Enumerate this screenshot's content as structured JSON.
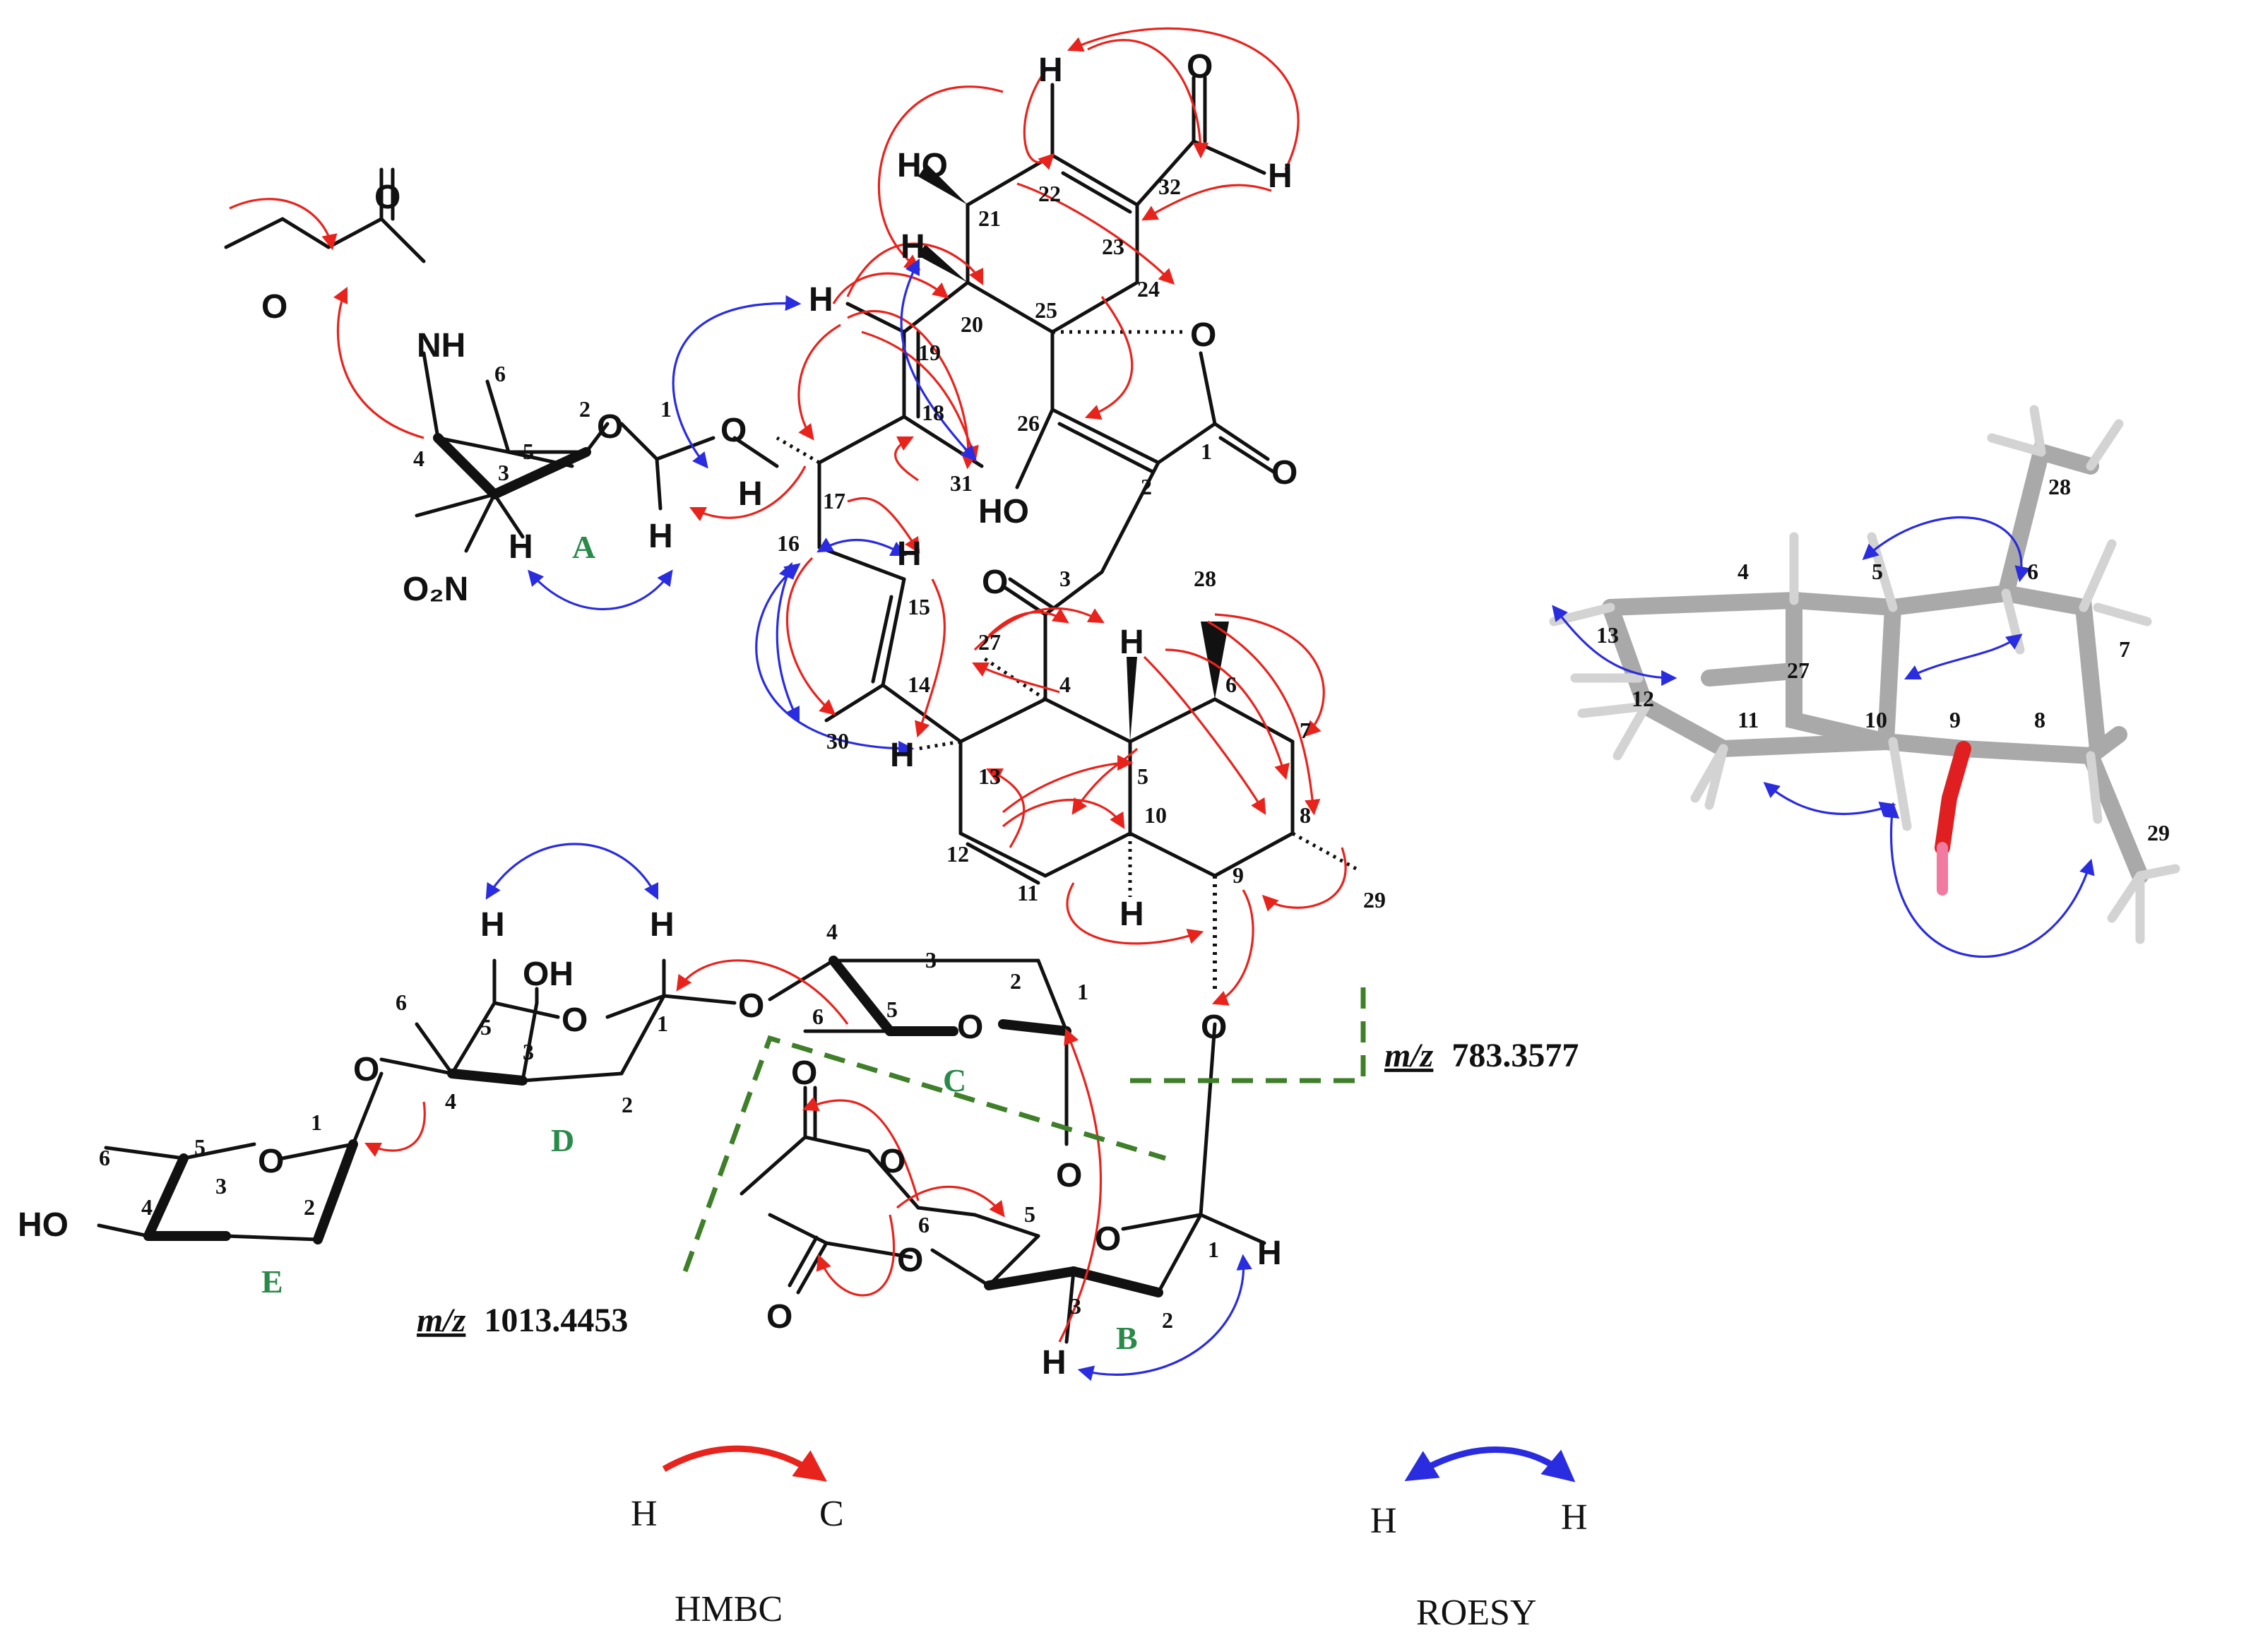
{
  "labels": {
    "ring_A": "A",
    "ring_B": "B",
    "ring_C": "C",
    "ring_D": "D",
    "ring_E": "E",
    "mz_1": "m/z",
    "mz_1_value": "783.3577",
    "mz_2": "m/z",
    "mz_2_value": "1013.4453"
  },
  "atoms": {
    "HO_21": "HO",
    "H_22": "H",
    "O_32": "O",
    "H_32": "H",
    "H_20": "H",
    "H_19": "H",
    "O_lac": "O",
    "O_c1": "O",
    "HO_26": "HO",
    "O_3": "O",
    "O_carb": "O",
    "O_carb2": "O",
    "NH": "NH",
    "O_ringA": "O",
    "O_glyA": "O",
    "H_17": "H",
    "H_A3": "H",
    "H_A1": "H",
    "NO2": "O₂N",
    "H_15": "H",
    "H_13": "H",
    "H_5": "H",
    "H_10": "H",
    "O_9": "O",
    "OH_D": "OH",
    "H_D5": "H",
    "H_D1": "H",
    "O_ringD": "O",
    "O_DC": "O",
    "O_ED": "O",
    "O_ringC": "O",
    "O_ringE": "O",
    "HO_E": "HO",
    "O_CB": "O",
    "O_ac1a": "O",
    "O_ac1b": "O",
    "O_ac2a": "O",
    "O_ac2b": "O",
    "O_ringB": "O",
    "H_B1": "H",
    "H_B3": "H"
  },
  "numbers": {
    "n32": "32",
    "n22": "22",
    "n21": "21",
    "n23": "23",
    "n20": "20",
    "n24": "24",
    "n25": "25",
    "n19": "19",
    "n18": "18",
    "n26": "26",
    "n1": "1",
    "n2": "2",
    "n31": "31",
    "n17": "17",
    "n16": "16",
    "n15": "15",
    "n3": "3",
    "n27": "27",
    "n28": "28",
    "n4": "4",
    "n6": "6",
    "n14": "14",
    "n7": "7",
    "n30": "30",
    "n13": "13",
    "n5": "5",
    "n8": "8",
    "n10": "10",
    "n12": "12",
    "n11": "11",
    "n9": "9",
    "n29": "29",
    "a6": "6",
    "a4": "4",
    "a3": "3",
    "a5": "5",
    "a2": "2",
    "a1": "1",
    "d6": "6",
    "d5": "5",
    "d3": "3",
    "d4": "4",
    "d2": "2",
    "d1": "1",
    "c4": "4",
    "c3": "3",
    "c2": "2",
    "c6": "6",
    "c5": "5",
    "c1": "1",
    "e6": "6",
    "e5": "5",
    "e1": "1",
    "e3": "3",
    "e2": "2",
    "e4": "4",
    "b6": "6",
    "b5": "5",
    "b3": "3",
    "b2": "2",
    "b1": "1"
  },
  "model_3d": {
    "labels": [
      "28",
      "4",
      "5",
      "6",
      "13",
      "27",
      "7",
      "12",
      "11",
      "10",
      "9",
      "8",
      "29"
    ]
  },
  "legend": {
    "hmbc_from": "H",
    "hmbc_to": "C",
    "hmbc_label": "HMBC",
    "roesy_from": "H",
    "roesy_to": "H",
    "roesy_label": "ROESY"
  },
  "colors": {
    "hmbc": "#e8231c",
    "roesy": "#2a2ce0",
    "ring_label": "#2a8a4a",
    "fragment_line": "#3f7f2a",
    "bond": "#111111",
    "model_carbon": "#a9a9a9",
    "model_oxygen": "#e02020"
  }
}
